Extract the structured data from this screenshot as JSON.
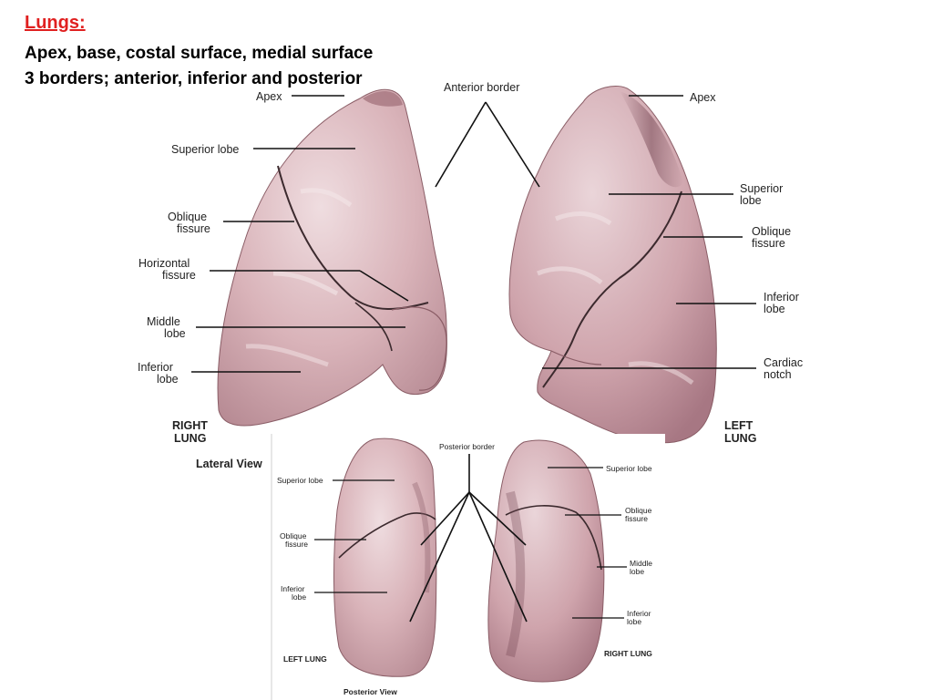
{
  "header": {
    "title": "Lungs:",
    "line1": "Apex, base, costal surface, medial surface",
    "line2": "3 borders; anterior, inferior and posterior"
  },
  "lateral_view": {
    "anterior_border": "Anterior border",
    "right_lung": {
      "apex": "Apex",
      "superior_lobe": "Superior lobe",
      "oblique_fissure": [
        "Oblique",
        "fissure"
      ],
      "horizontal_fissure": [
        "Horizontal",
        "fissure"
      ],
      "middle_lobe": [
        "Middle",
        "lobe"
      ],
      "inferior_lobe": [
        "Inferior",
        "lobe"
      ],
      "name": [
        "RIGHT",
        "LUNG"
      ]
    },
    "left_lung": {
      "apex": "Apex",
      "superior_lobe": [
        "Superior",
        "lobe"
      ],
      "oblique_fissure": [
        "Oblique",
        "fissure"
      ],
      "inferior_lobe": [
        "Inferior",
        "lobe"
      ],
      "cardiac_notch": [
        "Cardiac",
        "notch"
      ],
      "name": [
        "LEFT",
        "LUNG"
      ]
    },
    "caption": "Lateral View"
  },
  "posterior_view": {
    "posterior_border": "Posterior border",
    "left_lung": {
      "superior_lobe": "Superior lobe",
      "oblique_fissure": [
        "Oblique",
        "fissure"
      ],
      "inferior_lobe": [
        "Inferior",
        "lobe"
      ],
      "name": "LEFT LUNG"
    },
    "right_lung": {
      "superior_lobe": "Superior lobe",
      "oblique_fissure": [
        "Oblique",
        "fissure"
      ],
      "middle_lobe": [
        "Middle",
        "lobe"
      ],
      "inferior_lobe": [
        "Inferior",
        "lobe"
      ],
      "name": "RIGHT LUNG"
    },
    "caption": "Posterior View"
  },
  "colors": {
    "title_red": "#e02020",
    "lung_fill": "#d9b3b9",
    "lung_shade": "#a77783"
  }
}
